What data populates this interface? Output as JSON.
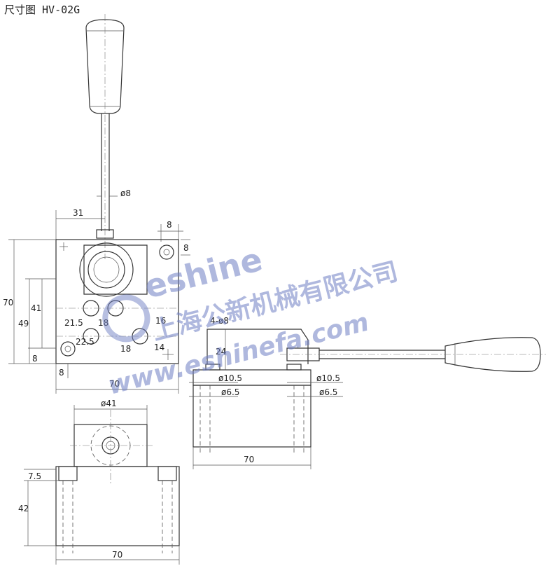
{
  "title": "尺寸图 HV-02G",
  "dims": {
    "d_rod": "ø8",
    "w31": "31",
    "w8_top": "8",
    "h8_right": "8",
    "h70": "70",
    "h49": "49",
    "h41": "41",
    "h8_left": "8",
    "w8_bottom": "8",
    "w70_front": "70",
    "w21_5": "21.5",
    "w18_a": "18",
    "w22_5": "22.5",
    "w18_b": "18",
    "h16": "16",
    "h14": "14",
    "holes": "4-ø8",
    "h24": "24",
    "d10_5_l": "ø10.5",
    "d6_5_l": "ø6.5",
    "d10_5_r": "ø10.5",
    "d6_5_r": "ø6.5",
    "w70_side": "70",
    "d41": "ø41",
    "h7_5": "7.5",
    "h42": "42",
    "w70_bottom": "70"
  },
  "watermark": {
    "brand": "eshine",
    "company": "上海公新机械有限公司",
    "url": "www.eshinefa.com"
  }
}
